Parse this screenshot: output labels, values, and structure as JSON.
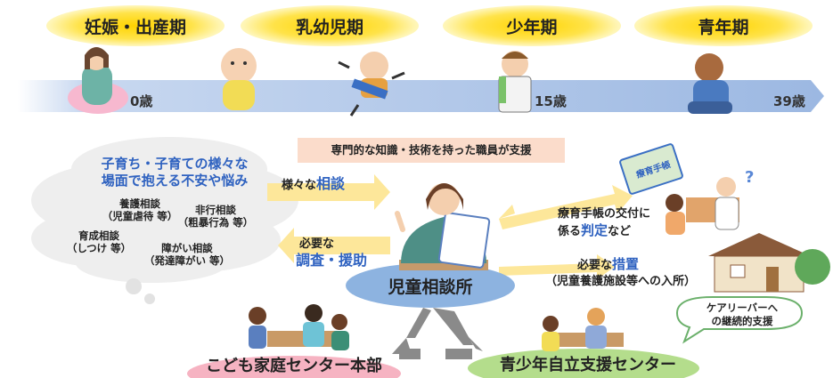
{
  "timeline": {
    "stages": [
      "妊娠・出産期",
      "乳幼児期",
      "少年期",
      "青年期"
    ],
    "ages": [
      "0歳",
      "15歳",
      "39歳"
    ]
  },
  "consult": {
    "cloud_title_line1": "子育ち・子育ての様々な",
    "cloud_title_line2": "場面で抱える不安や悩み",
    "items": [
      {
        "line1": "養護相談",
        "line2": "（児童虐待 等）"
      },
      {
        "line1": "非行相談",
        "line2": "（粗暴行為 等）"
      },
      {
        "line1": "育成相談",
        "line2": "（しつけ 等）"
      },
      {
        "line1": "障がい相談",
        "line2": "（発達障がい 等）"
      }
    ]
  },
  "banner": "専門的な知識・技術を持った職員が支援",
  "arrow_in": {
    "prefix": "様々な",
    "keyword": "相談"
  },
  "arrow_out": {
    "prefix": "必要な",
    "keyword": "調査・援助"
  },
  "notebook_label": "療育手帳",
  "right_top": {
    "line1": "療育手帳の交付に",
    "line2_pre": "係る",
    "line2_key": "判定",
    "line2_post": "など"
  },
  "right_bottom": {
    "line1_pre": "必要な",
    "line1_key": "措置",
    "line2": "（児童養護施設等への入所）"
  },
  "center_label": "児童相談所",
  "bottom_left": "こども家庭センター本部",
  "bottom_right": "青少年自立支援センター",
  "care_leaver_line1": "ケアリーバーへ",
  "care_leaver_line2": "の継続的支援",
  "colors": {
    "timeline_blue": "#a8c2e6",
    "stage_yellow": "#ffd400",
    "accent_blue": "#2f62c0",
    "banner_pink": "#fbdccb",
    "arrow_yellow": "#fde79a",
    "pink_ellipse": "#f6b3c2",
    "green_ellipse": "#b4dd8c",
    "gray_triangle": "#8a8a8a"
  }
}
